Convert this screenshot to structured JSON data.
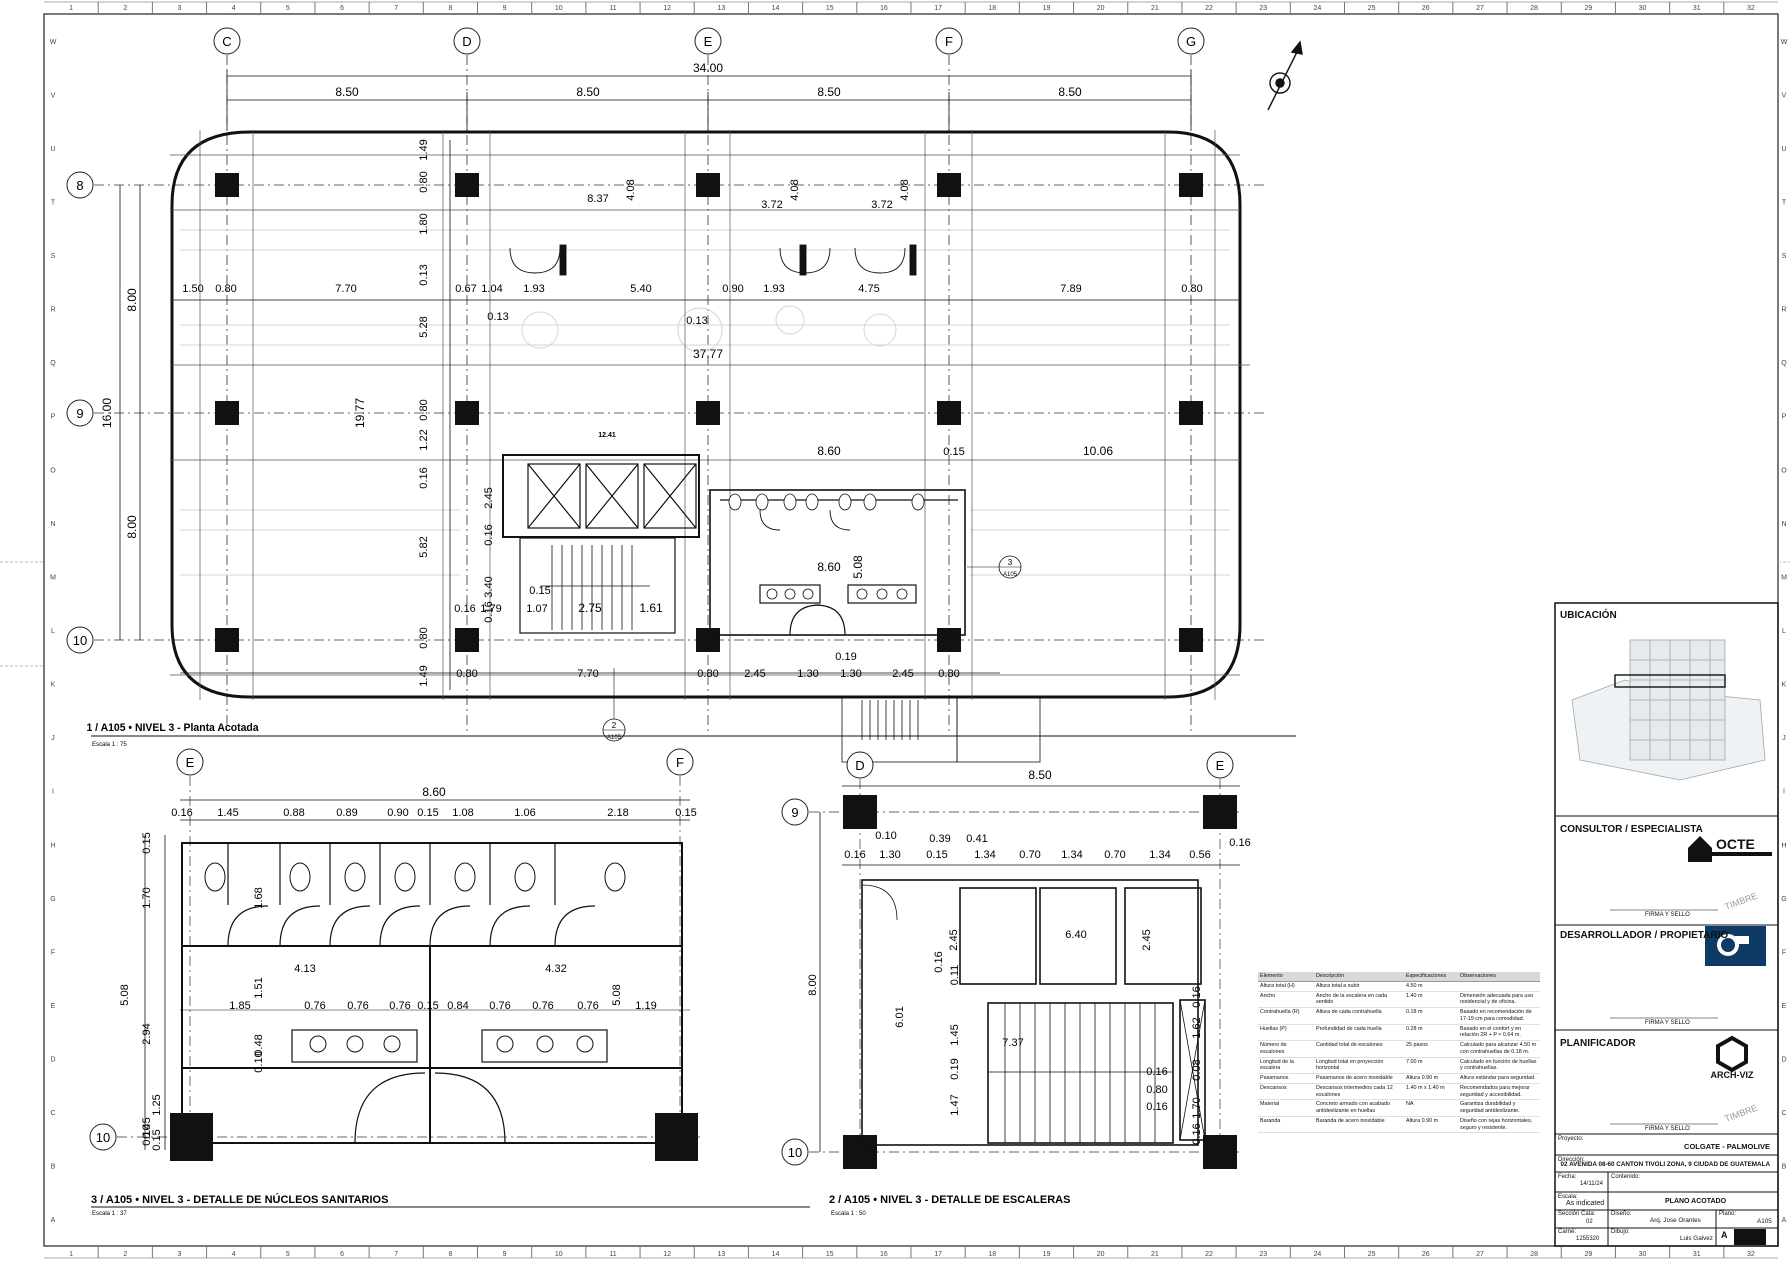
{
  "border": {
    "cols": [
      "1",
      "2",
      "3",
      "4",
      "5",
      "6",
      "7",
      "8",
      "9",
      "10",
      "11",
      "12",
      "13",
      "14",
      "15",
      "16",
      "17",
      "18",
      "19",
      "20",
      "21",
      "22",
      "23",
      "24",
      "25",
      "26",
      "27",
      "28",
      "29",
      "30",
      "31",
      "32"
    ],
    "rows": [
      "W",
      "V",
      "U",
      "T",
      "S",
      "R",
      "Q",
      "P",
      "O",
      "N",
      "M",
      "L",
      "K",
      "J",
      "I",
      "H",
      "G",
      "F",
      "E",
      "D",
      "C",
      "B",
      "A"
    ]
  },
  "plan1": {
    "title": "1 / A105 • NIVEL 3 - Planta Acotada",
    "scale": "Escala 1 : 75",
    "grid_cols": [
      "C",
      "D",
      "E",
      "F",
      "G"
    ],
    "grid_rows": [
      "8",
      "9",
      "10"
    ],
    "overall": "34.00",
    "bays": [
      "8.50",
      "8.50",
      "8.50",
      "8.50"
    ],
    "left_dims": {
      "total": "16.00",
      "upper": "8.00",
      "lower": "8.00",
      "inner": "19.77"
    },
    "row_dims": [
      "1.50",
      "0.80",
      "7.70",
      "0.67",
      "1.04",
      "1.93",
      "5.40",
      "0.90",
      "1.93",
      "4.75",
      "7.89",
      "0.80"
    ],
    "mid_dims": [
      "8.37",
      "3.72",
      "3.72",
      "4.08",
      "4.08",
      "4.08"
    ],
    "vert_dims": [
      "1.49",
      "0.80",
      "1.80",
      "0.13",
      "5.28",
      "0.80",
      "1.22",
      "0.16",
      "2.45",
      "0.16",
      "5.82",
      "3.40",
      "0.16",
      "0.80",
      "1.49"
    ],
    "misc": [
      "0.13",
      "0.13",
      "37.77",
      "12.41",
      "8.60",
      "0.15",
      "10.06",
      "8.60",
      "5.08",
      "0.15",
      "1.07",
      "2.75",
      "1.61",
      "0.16",
      "1.79",
      "0.19"
    ],
    "bottom_dims": [
      "0.80",
      "7.70",
      "0.80",
      "2.45",
      "1.30",
      "1.30",
      "2.45",
      "0.80"
    ],
    "callouts": [
      {
        "num": "3",
        "sheet": "A105"
      },
      {
        "num": "2",
        "sheet": "A105"
      }
    ]
  },
  "detail3": {
    "title": "3 / A105 • NIVEL 3 - DETALLE DE NÚCLEOS SANITARIOS",
    "scale": "Escala 1 : 37",
    "grid_cols": [
      "E",
      "F"
    ],
    "grid_rows": [
      "10"
    ],
    "overall": "8.60",
    "top_dims": [
      "0.16",
      "1.45",
      "0.88",
      "0.89",
      "0.90",
      "0.15",
      "1.08",
      "1.06",
      "2.18",
      "0.15"
    ],
    "left_dims": [
      "0.15",
      "1.70",
      "5.08",
      "2.94",
      "0.10",
      "0.45",
      "1.25",
      "0.15"
    ],
    "inner_dims": [
      "1.68",
      "4.13",
      "4.32",
      "1.51",
      "1.85",
      "0.76",
      "0.76",
      "0.76",
      "0.15",
      "0.84",
      "0.76",
      "0.76",
      "0.76",
      "5.08",
      "1.19",
      "0.10",
      "0.48"
    ]
  },
  "detail2": {
    "title": "2 / A105 • NIVEL 3 - DETALLE DE ESCALERAS",
    "scale": "Escala 1 : 50",
    "grid_cols": [
      "D",
      "E"
    ],
    "grid_rows": [
      "9",
      "10"
    ],
    "overall": "8.50",
    "top_dims": [
      "0.10",
      "0.39",
      "0.41",
      "0.16",
      "1.30",
      "0.15",
      "1.34",
      "0.70",
      "1.34",
      "0.70",
      "1.34",
      "0.56",
      "0.16"
    ],
    "inner_dims": [
      "6.40",
      "2.45",
      "2.45",
      "8.00",
      "6.01",
      "0.11",
      "0.16",
      "1.45",
      "7.37",
      "0.19",
      "1.47",
      "0.16",
      "0.80",
      "0.16",
      "0.16",
      "1.62",
      "0.08",
      "1.70",
      "0.16"
    ]
  },
  "spec_table": {
    "headers": [
      "Elemento",
      "Descripción",
      "Especificaciones",
      "Observaciones"
    ],
    "rows": [
      [
        "Altura total (H)",
        "Altura total a subir",
        "4.50 m",
        ""
      ],
      [
        "Ancho",
        "Ancho de la escalera en cada sentido",
        "1.40 m",
        "Dimensión adecuada para uso residencial y de oficina."
      ],
      [
        "Contrahuella (R)",
        "Altura de cada contrahuella",
        "0.18 m",
        "Basado en recomendación de 17-19 cm para comodidad."
      ],
      [
        "Huellas (P)",
        "Profundidad de cada huella",
        "0.28 m",
        "Basado en el confort y en relación 2R + P ≈ 0.64 m."
      ],
      [
        "Número de escalones",
        "Cantidad total de escalones",
        "25 pasos",
        "Calculado para alcanzar 4.50 m con contrahuellas de 0.18 m."
      ],
      [
        "Longitud de la escalera",
        "Longitud total en proyección horizontal",
        "7.00 m",
        "Calculado en función de huellas y contrahuellas."
      ],
      [
        "Pasamanos",
        "Pasamanos de acero inoxidable",
        "Altura 0.90 m",
        "Altura estándar para seguridad."
      ],
      [
        "Descansos",
        "Descansos intermedios cada 12 escalones",
        "1.40 m x 1.40 m",
        "Recomendados para mejorar seguridad y accesibilidad."
      ],
      [
        "Material",
        "Concreto armado con acabado antideslizante en huellas",
        "NA",
        "Garantiza durabilidad y seguridad antideslizante."
      ],
      [
        "Baranda",
        "Baranda de acero inoxidable",
        "Altura 0.90 m",
        "Diseño con rejas horizontales, seguro y resistente."
      ]
    ]
  },
  "titleblock": {
    "ubicacion": "UBICACIÓN",
    "consultor": "CONSULTOR / ESPECIALISTA",
    "consultor_logo": "OCTE",
    "desarrollador": "DESARROLLADOR / PROPIETARIO",
    "planificador": "PLANIFICADOR",
    "planificador_logo": "ARCH-VIZ",
    "firma": "FIRMA Y SELLO",
    "timbre": "TIMBRE",
    "proyecto_label": "Proyecto:",
    "proyecto": "COLGATE - PALMOLIVE",
    "direccion_label": "Dirección:",
    "direccion": "02 AVENIDA 08-60 CANTON TIVOLI ZONA, 9 CIUDAD DE GUATEMALA",
    "fecha_label": "Fecha:",
    "fecha": "14/11/24",
    "contenido_label": "Contenido:",
    "contenido": "PLANO ACOTADO",
    "escala_label": "Escala:",
    "escala": "As indicated",
    "seccion_label": "Sección Cata:",
    "seccion": "02",
    "diseno_label": "Diseño:",
    "diseno": "Arq. Jose Orantes",
    "plano_label": "Plano:",
    "plano": "A105",
    "carne_label": "Carné:",
    "carne": "1255320",
    "dibujo_label": "Dibujo:",
    "dibujo": "Luis Galvez",
    "hoja": "A"
  }
}
